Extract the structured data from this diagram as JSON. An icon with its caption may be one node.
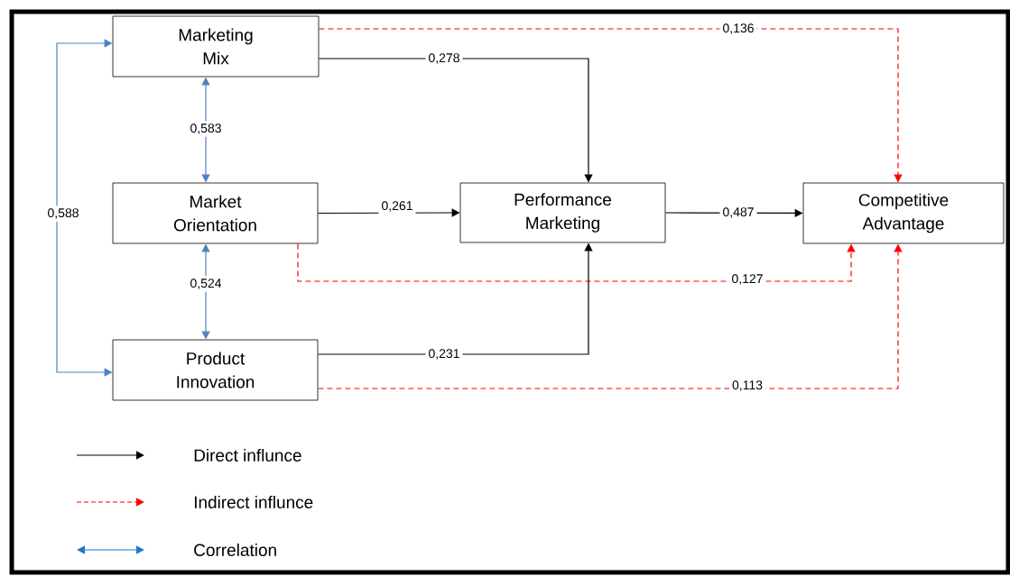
{
  "diagram": {
    "nodes": [
      {
        "text": [
          "Marketing Mix"
        ]
      },
      {
        "text": [
          "Market Orientation"
        ]
      },
      {
        "text": [
          "Performance Marketing"
        ]
      },
      {
        "text": [
          "Competitive Advantage"
        ]
      },
      {
        "text": [
          "Product Innovation"
        ]
      }
    ],
    "edges": [
      {
        "from": 0,
        "to": 3,
        "arrow": "to",
        "label": "0,136",
        "style": "dashed",
        "color": "#ff0000"
      },
      {
        "from": 0,
        "to": 2,
        "arrow": "to",
        "label": "0,278"
      },
      {
        "from": 0,
        "to": 1,
        "arrow": "both",
        "label": "0,583",
        "color": "#4f81bd"
      },
      {
        "from": 0,
        "to": 4,
        "arrow": "both",
        "label": "0,588",
        "color": "#4f81bd"
      },
      {
        "from": 1,
        "to": 2,
        "arrow": "to",
        "label": "0,261"
      },
      {
        "from": 2,
        "to": 3,
        "arrow": "to",
        "label": "0,487"
      },
      {
        "from": 1,
        "to": 4,
        "arrow": "both",
        "label": "0,524",
        "color": "#4f81bd"
      },
      {
        "from": 1,
        "to": 3,
        "arrow": "to",
        "label": "0,127",
        "style": "dashed",
        "color": "#ff0000"
      },
      {
        "from": 4,
        "to": 2,
        "arrow": "to",
        "label": "0,231"
      },
      {
        "from": 4,
        "to": 3,
        "arrow": "to",
        "label": "0,113",
        "style": "dashed",
        "color": "#ff0000"
      }
    ],
    "legend": [
      {
        "text": "Direct influnce"
      },
      {
        "text": "Indirect influnce"
      },
      {
        "text": "Correlation"
      }
    ]
  }
}
